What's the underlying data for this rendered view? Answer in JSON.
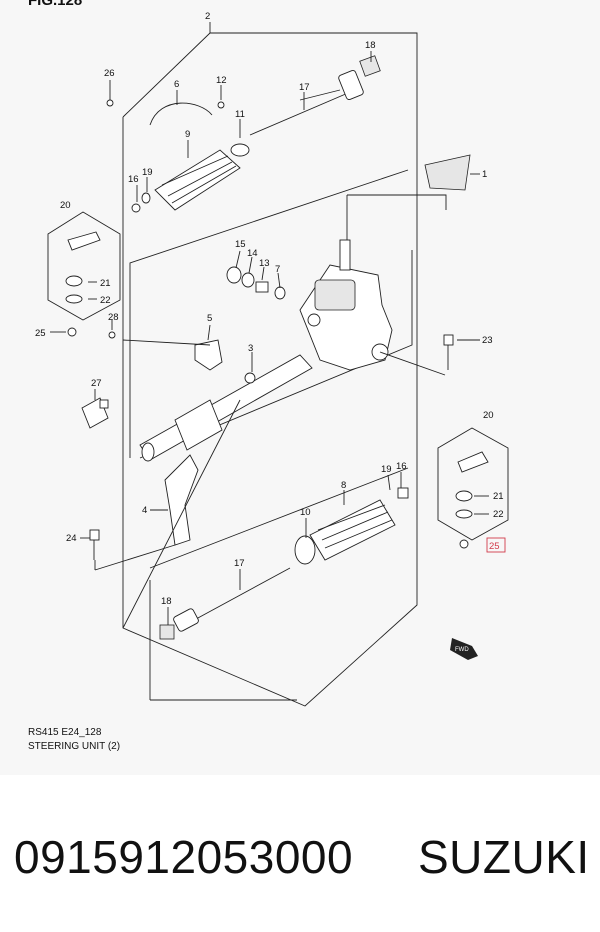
{
  "figure": {
    "title": "FIG.128",
    "code": "RS415 E24_128",
    "name": "STEERING UNIT (2)",
    "fwd_label": "FWD"
  },
  "callouts": {
    "c1": "1",
    "c2": "2",
    "c3": "3",
    "c4": "4",
    "c5": "5",
    "c6": "6",
    "c7": "7",
    "c8": "8",
    "c9": "9",
    "c10": "10",
    "c11": "11",
    "c12": "12",
    "c13": "13",
    "c14": "14",
    "c15": "15",
    "c16": "16",
    "c16b": "16",
    "c17": "17",
    "c17b": "17",
    "c18": "18",
    "c18b": "18",
    "c19": "19",
    "c19b": "19",
    "c20": "20",
    "c20b": "20",
    "c21": "21",
    "c21b": "21",
    "c22": "22",
    "c22b": "22",
    "c23": "23",
    "c24": "24",
    "c25": "25",
    "c25b": "25",
    "c26": "26",
    "c27": "27",
    "c28": "28"
  },
  "highlight": {
    "callout": "25",
    "color": "#d23a4a"
  },
  "product": {
    "part_number": "0915912053000",
    "brand": "SUZUKI"
  }
}
